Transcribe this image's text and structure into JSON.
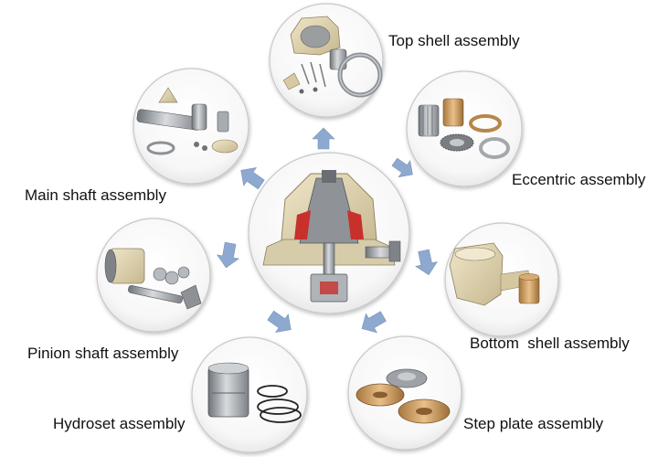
{
  "labels": {
    "top_shell": "Top shell assembly",
    "eccentric": "Eccentric assembly",
    "bottom_shell": "Bottom  shell assembly",
    "step_plate": "Step plate assembly",
    "hydroset": "Hydroset assembly",
    "pinion_shaft": "Pinion shaft assembly",
    "main_shaft": "Main shaft assembly"
  },
  "colors": {
    "arrow": "#8ea9cf",
    "circle_stroke": "#c8c8c8",
    "brass": "#c9a065",
    "steel": "#9a9ea4",
    "cream": "#e3d8b8"
  }
}
